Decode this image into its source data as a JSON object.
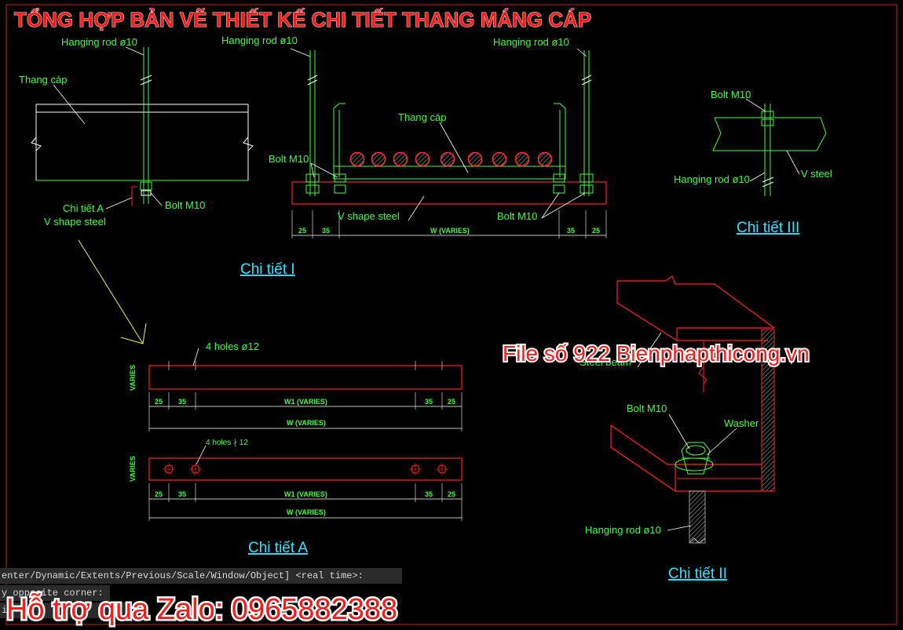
{
  "title": "TỔNG HỢP BẢN VẼ THIẾT KẾ CHI TIẾT THANG MÁNG CÁP",
  "watermark": "File số 922   Bienphapthicong.vn",
  "support": "Hỗ trợ qua Zalo: 0965882388",
  "command_line": {
    "line1": "enter/Dynamic/Extents/Previous/Scale/Window/Object] <real time>:",
    "line2": "y opposite corner:",
    "line3": "i"
  },
  "detail_top_left": {
    "hanging_rod": "Hanging rod ø10",
    "thang_cap": "Thang cáp",
    "bolt": "Bolt M10",
    "chi_tiet_a": "Chi tiết A",
    "v_shape": "V shape steel"
  },
  "detail_1": {
    "caption": "Chi tiết I",
    "hanging_rod_left": "Hanging rod ø10",
    "hanging_rod_right": "Hanging rod ø10",
    "thang_cap": "Thang cáp",
    "bolt_left": "Bolt M10",
    "bolt_right": "Bolt M10",
    "v_shape": "V shape steel",
    "dims": [
      "25",
      "35",
      "W (VARIES)",
      "35",
      "25"
    ]
  },
  "detail_3": {
    "caption": "Chi tiết III",
    "bolt": "Bolt M10",
    "hanging_rod": "Hanging rod ø10",
    "v_steel": "V steel"
  },
  "detail_a": {
    "caption": "Chi tiết A",
    "holes_top": "4 holes ø12",
    "holes_bottom": "4 holes ∤ 12",
    "side_label": "VARIES",
    "dims_top": [
      "25",
      "35",
      "W1 (VARIES)",
      "35",
      "25"
    ],
    "total_top": "W (VARIES)",
    "dims_bottom": [
      "25",
      "35",
      "W1 (VARIES)",
      "35",
      "25"
    ],
    "total_bottom": "W (VARIES)"
  },
  "detail_2": {
    "caption": "Chi tiết II",
    "steel_beam": "Steel beam",
    "bolt": "Bolt M10",
    "washer": "Washer",
    "hanging_rod": "Hanging rod ø10"
  },
  "colors": {
    "background": "#000000",
    "green": "#3cff3c",
    "red": "#ff2020",
    "cyan": "#2ee6ff",
    "white": "#ffffff",
    "yellow": "#f0f060"
  }
}
